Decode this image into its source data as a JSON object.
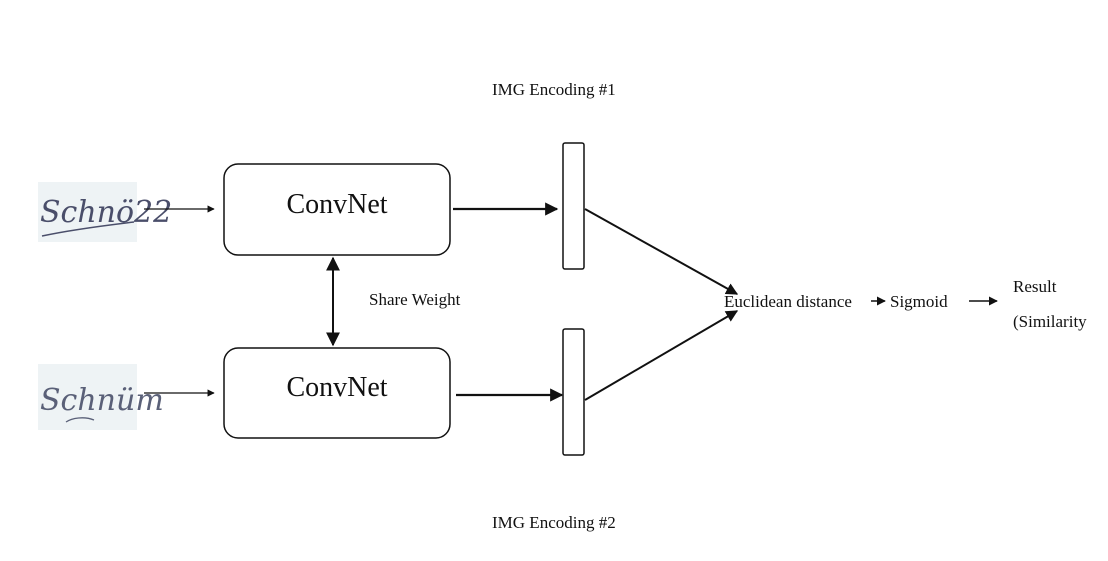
{
  "top_label": "IMG Encoding #1",
  "bottom_label": "IMG Encoding #2",
  "convnet_top": "ConvNet",
  "convnet_bottom": "ConvNet",
  "share_weight": "Share Weight",
  "distance_label": "Euclidean distance",
  "sigmoid_label": "Sigmoid",
  "result_line1": "Result",
  "result_line2": "(Similarity",
  "signature_top_text": "Schnö22",
  "signature_bottom_text": "Schnüm",
  "colors": {
    "stroke": "#111111",
    "signature_ink_top": "#4a4e6a",
    "signature_ink_bottom": "#5a6078",
    "signature_bg": "#eef3f5"
  }
}
